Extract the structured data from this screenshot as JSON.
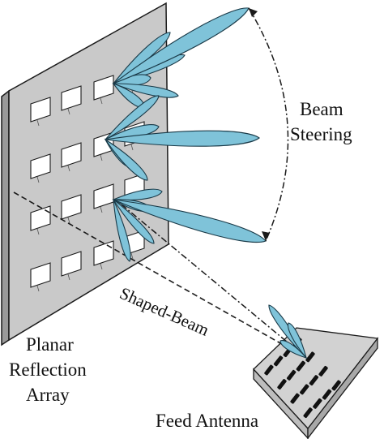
{
  "labels": {
    "beam": "Beam",
    "steering": "Steering",
    "shaped_beam": "Shaped-Beam",
    "planar": "Planar",
    "reflection": "Reflection",
    "array": "Array",
    "feed_antenna": "Feed Antenna"
  },
  "colors": {
    "panel_face": "#c9c9c9",
    "panel_edge": "#9a9a9a",
    "lobe_fill": "#7fc3d9",
    "lobe_stroke": "#1a3a48",
    "outline": "#1a1a1a",
    "feed_top": "#cfcfcf",
    "slot": "#111111"
  },
  "icons": [
    "reflection-panel",
    "feed-antenna",
    "beam-lobes",
    "steering-arc"
  ]
}
